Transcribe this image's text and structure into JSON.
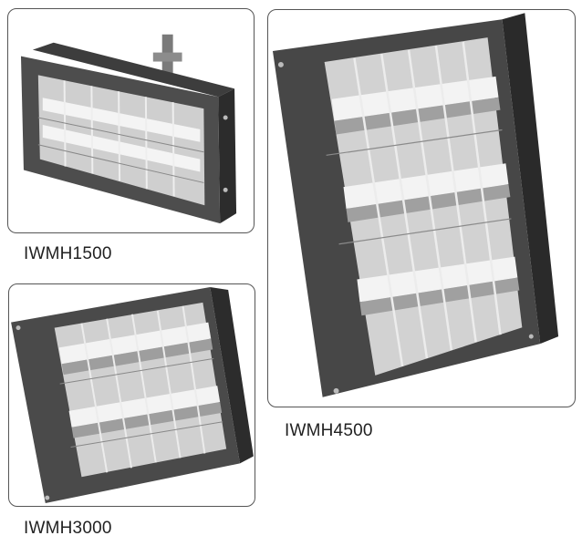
{
  "products": [
    {
      "id": "p1",
      "label": "IWMH1500"
    },
    {
      "id": "p2",
      "label": "IWMH4500"
    },
    {
      "id": "p3",
      "label": "IWMH3000"
    }
  ],
  "colors": {
    "frame": "#4a4a4a",
    "frame_dark": "#2e2e2e",
    "reflector": "#d9d9d9",
    "reflector_shade": "#9a9a9a",
    "tube": "#f2f2f2",
    "grille": "#e8e8e8"
  }
}
